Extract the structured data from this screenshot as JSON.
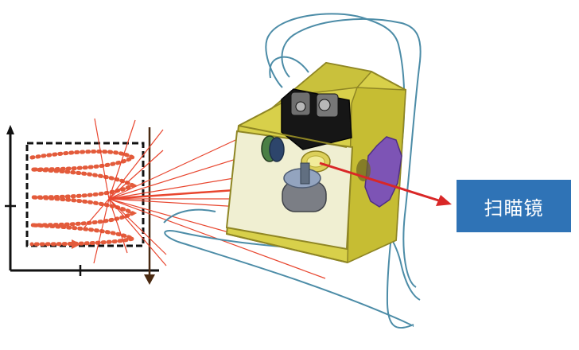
{
  "callout": {
    "label": "扫瞄镜"
  },
  "colors": {
    "scan_red": "#e8462f",
    "dotted_red": "#e35b3b",
    "arrow_red": "#d92727",
    "housing_yellow": "#d8d04a",
    "housing_dark": "#8f8624",
    "cable_blue": "#4c8ca7",
    "callout_blue": "#2f73b6",
    "window_purple": "#7d54b5",
    "gray": "#7e8b97"
  },
  "icons": {
    "scan_pattern": "zigzag-scan-pattern",
    "instrument": "scanner-instrument",
    "cables": "cable-loops",
    "mirror": "scan-mirror"
  }
}
